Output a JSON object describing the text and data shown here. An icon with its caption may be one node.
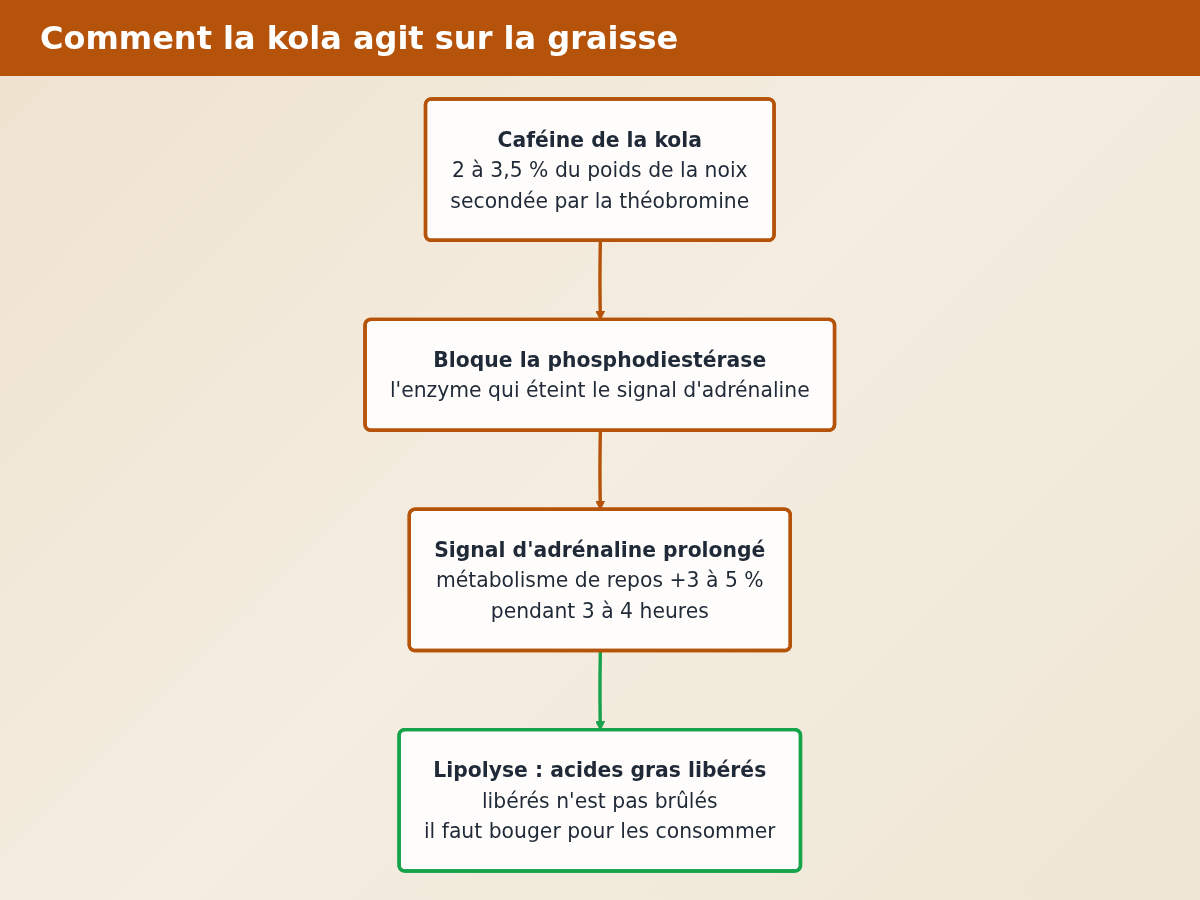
{
  "diagram": {
    "title": "Comment la kola agit sur la graisse",
    "nodes": [
      {
        "text": [
          "Caféine de la kola",
          "2 à 3,5 % du poids de la noix",
          "secondée par la théobromine"
        ]
      },
      {
        "text": [
          "Bloque la phosphodiestérase",
          "l'enzyme qui éteint le signal d'adrénaline"
        ]
      },
      {
        "text": [
          "Signal d'adrénaline prolongé",
          "métabolisme de repos +3 à 5 %",
          "pendant 3 à 4 heures"
        ]
      },
      {
        "text": [
          "Lipolyse : acides gras libérés",
          "libérés n'est pas brûlés",
          "il faut bouger pour les consommer"
        ]
      }
    ],
    "edges": [
      {
        "from": 0,
        "to": 1,
        "arrow": "to"
      },
      {
        "from": 1,
        "to": 2,
        "arrow": "to"
      },
      {
        "from": 2,
        "to": 3,
        "arrow": "to",
        "color": "#16a34a"
      }
    ]
  }
}
